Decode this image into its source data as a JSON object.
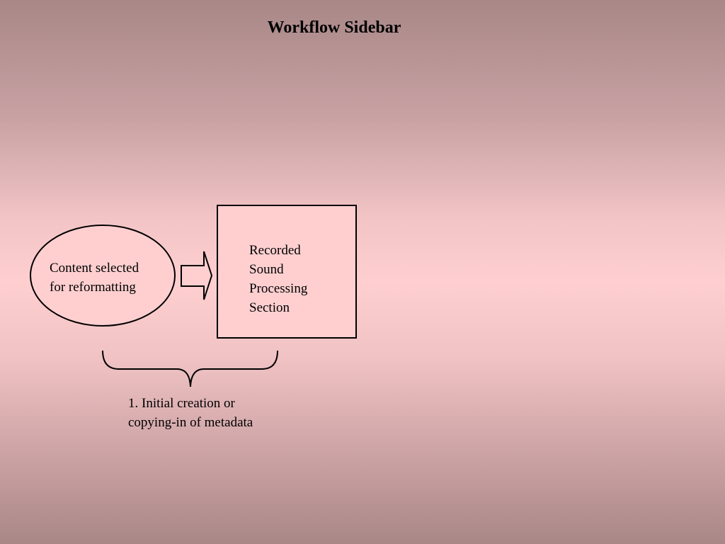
{
  "slide": {
    "title": "Workflow Sidebar"
  },
  "diagram": {
    "source": {
      "shape": "oval",
      "lines": [
        "Content selected",
        "for reformatting"
      ]
    },
    "connector": {
      "shape": "arrow",
      "direction": "right"
    },
    "target": {
      "shape": "box",
      "lines": [
        "Recorded",
        "Sound",
        "Processing",
        "Section"
      ]
    },
    "bracket": {
      "shape": "curly-brace",
      "orientation": "down"
    },
    "step": {
      "lines": [
        "1.  Initial creation or",
        "copying-in of metadata"
      ]
    }
  },
  "colors": {
    "stroke": "#000000",
    "shape_fill": "#ffcfd0",
    "text": "#000000"
  }
}
